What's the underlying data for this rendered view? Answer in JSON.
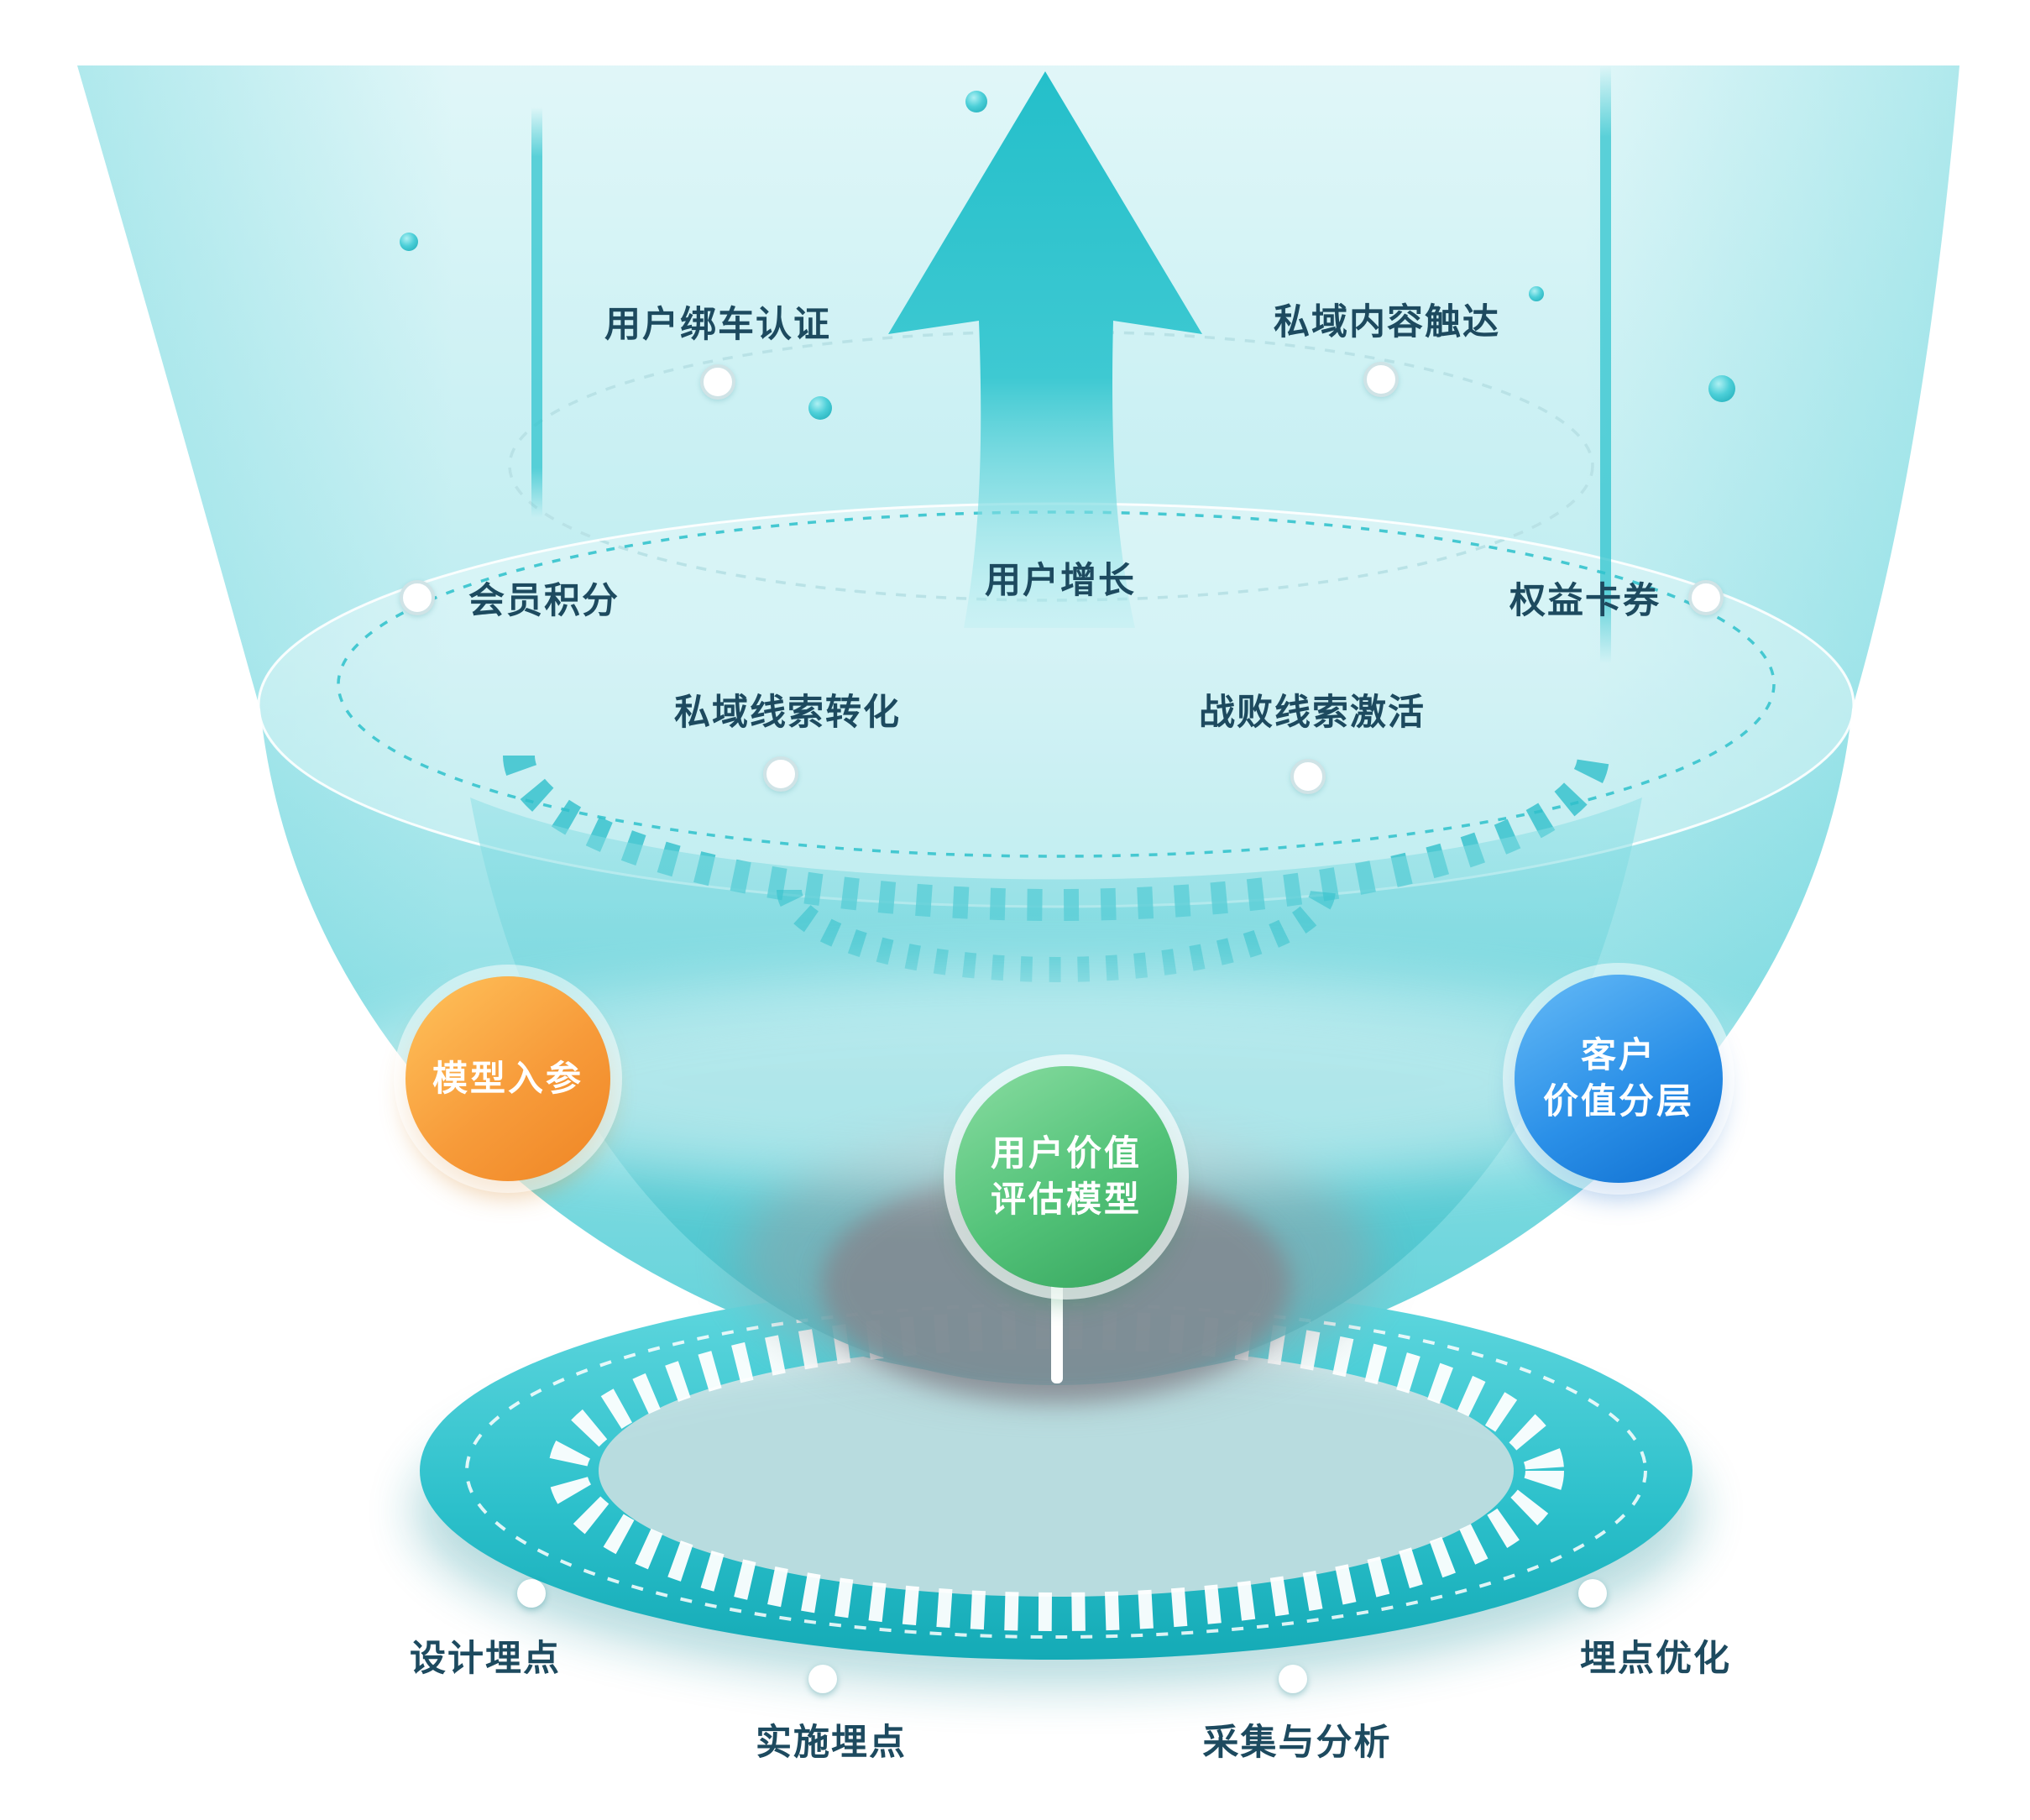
{
  "diagram": {
    "stage_labels": {
      "bind_auth": "用户绑车认证",
      "private_content": "私域内容触达",
      "member_points": "会员积分",
      "user_growth": "用户增长",
      "benefit_cards": "权益卡券",
      "private_lead_conversion": "私域线索转化",
      "lost_lead_activation": "战败线索激活"
    },
    "nodes": {
      "model_input": "模型入参",
      "value_model": {
        "line1": "用户价值",
        "line2": "评估模型"
      },
      "customer_value": {
        "line1": "客户",
        "line2": "价值分层"
      }
    },
    "base_labels": {
      "design_tracking": "设计埋点",
      "implement_tracking": "实施埋点",
      "collect_analyze": "采集与分析",
      "tracking_optimize": "埋点优化"
    },
    "icons": {
      "up_arrow_icon": "↑"
    },
    "colors": {
      "teal": "#2fc4ce",
      "teal_deep": "#14aab6",
      "orange": "#f79b3a",
      "green": "#52c278",
      "blue": "#1e86e4",
      "text": "#1d4a5f"
    }
  }
}
